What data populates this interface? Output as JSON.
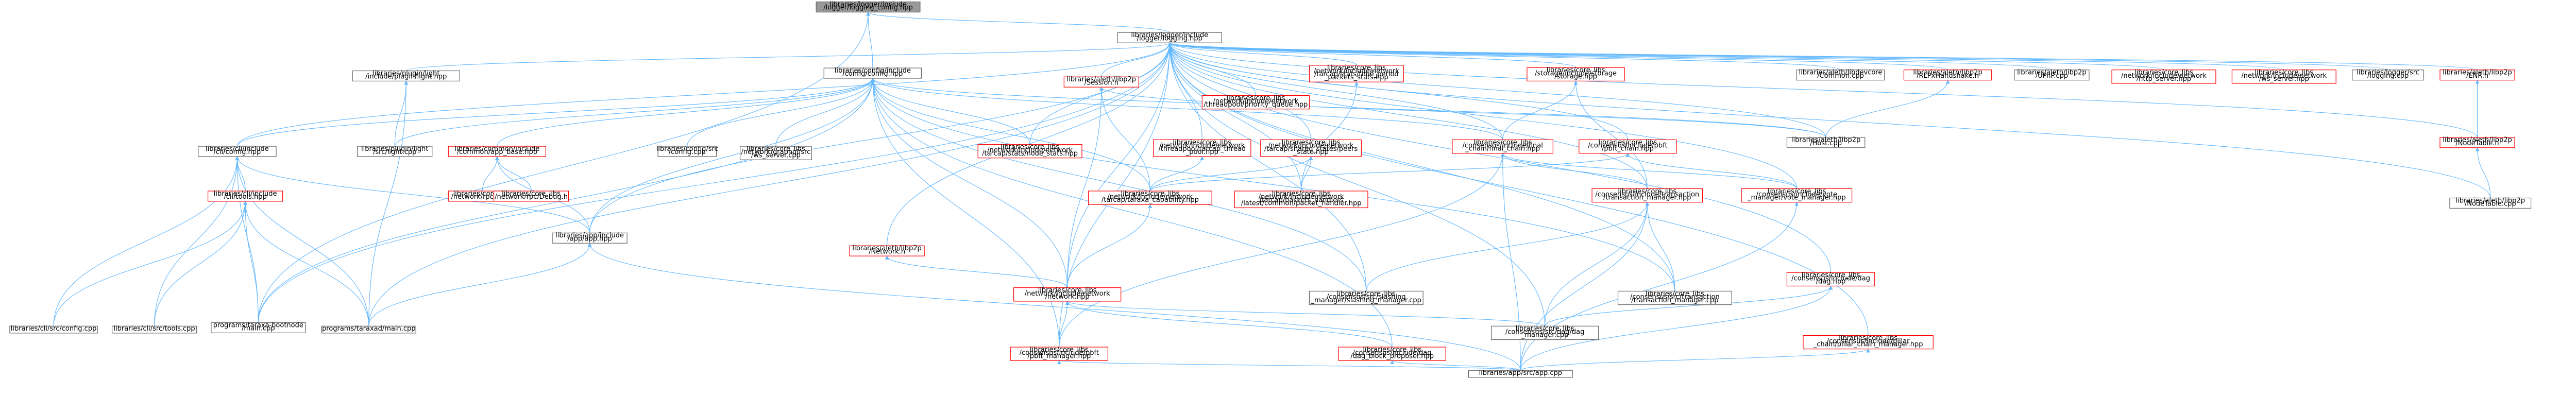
{
  "colors": {
    "root_fill": "#999999",
    "node_fill": "#ffffff",
    "node_border_black": "#666666",
    "node_border_red": "#ff0000",
    "edge": "#63b8ff"
  },
  "nodes": [
    {
      "id": "root",
      "lines": [
        "libraries/logger/include",
        "/logger/logging_config.hpp"
      ],
      "border": "root"
    },
    {
      "id": "logging",
      "lines": [
        "libraries/logger/include",
        "/logger/logging.hpp"
      ],
      "border": "black"
    },
    {
      "id": "config",
      "lines": [
        "libraries/config/include",
        "/config/config.hpp"
      ],
      "border": "black"
    },
    {
      "id": "plugin_light",
      "lines": [
        "libraries/plugin/light",
        "/include/plugin/light.hpp"
      ],
      "border": "black"
    },
    {
      "id": "cli_config",
      "lines": [
        "libraries/cli/include",
        "/cli/config.hpp"
      ],
      "border": "black"
    },
    {
      "id": "common_app_base",
      "lines": [
        "libraries/common/include",
        "/common/app_base.hpp"
      ],
      "border": "red"
    },
    {
      "id": "cfg_src_config",
      "lines": [
        "libraries/config/src",
        "/config.cpp"
      ],
      "border": "black"
    },
    {
      "id": "graphql_ws",
      "lines": [
        "libraries/core_libs",
        "/network/graphql/src",
        "/ws_server.cpp"
      ],
      "border": "black"
    },
    {
      "id": "plugin_light_cpp",
      "lines": [
        "libraries/plugin/light",
        "/src/light.cpp"
      ],
      "border": "black"
    },
    {
      "id": "net_rpc_net",
      "lines": [
        "libraries/core_libs",
        "/network/rpc/Net.h"
      ],
      "border": "red"
    },
    {
      "id": "net_rpc_debug",
      "lines": [
        "libraries/core_libs",
        "/network/rpc/Debug.h"
      ],
      "border": "red"
    },
    {
      "id": "app_hpp",
      "lines": [
        "libraries/app/include",
        "/app/app.hpp"
      ],
      "border": "black"
    },
    {
      "id": "cli_tools",
      "lines": [
        "libraries/cli/include",
        "/cli/tools.hpp"
      ],
      "border": "red"
    },
    {
      "id": "cli_src_config",
      "lines": [
        "libraries/cli/src/config.cpp"
      ],
      "border": "black"
    },
    {
      "id": "cli_src_tools",
      "lines": [
        "libraries/cli/src/tools.cpp"
      ],
      "border": "black"
    },
    {
      "id": "bootnode",
      "lines": [
        "programs/taraxa-bootnode",
        "/main.cpp"
      ],
      "border": "black"
    },
    {
      "id": "taraxad_main",
      "lines": [
        "programs/taraxad/main.cpp"
      ],
      "border": "black"
    },
    {
      "id": "aleth_session",
      "lines": [
        "libraries/aleth/libp2p",
        "/Session.h"
      ],
      "border": "red"
    },
    {
      "id": "aleth_network",
      "lines": [
        "libraries/aleth/libp2p",
        "/Network.h"
      ],
      "border": "red"
    },
    {
      "id": "tarcap_node_stats",
      "lines": [
        "libraries/core_libs",
        "/network/include/network",
        "/tarcap/stats/node_stats.hpp"
      ],
      "border": "red"
    },
    {
      "id": "prio_queue",
      "lines": [
        "libraries/core_libs",
        "/network/include/network",
        "/threadpool/priority_queue.hpp"
      ],
      "border": "red"
    },
    {
      "id": "time_period_stats",
      "lines": [
        "libraries/core_libs",
        "/network/include/network",
        "/tarcap/stats/time_period",
        "_packets_stats.hpp"
      ],
      "border": "red"
    },
    {
      "id": "tarcap_thread_pool",
      "lines": [
        "libraries/core_libs",
        "/network/include/network",
        "/threadpool/tarcap_thread",
        "_pool.hpp"
      ],
      "border": "red"
    },
    {
      "id": "shared_states_peers",
      "lines": [
        "libraries/core_libs",
        "/network/include/network",
        "/tarcap/shared_states/peers",
        "_state.hpp"
      ],
      "border": "red"
    },
    {
      "id": "taraxa_capability",
      "lines": [
        "libraries/core_libs",
        "/network/include/network",
        "/tarcap/taraxa_capability.hpp"
      ],
      "border": "red"
    },
    {
      "id": "packet_handler",
      "lines": [
        "libraries/core_libs",
        "/network/include/network",
        "/tarcap/packets_handlers",
        "/latest/common/packet_handler.hpp"
      ],
      "border": "red"
    },
    {
      "id": "network_hpp",
      "lines": [
        "libraries/core_libs",
        "/network/include/network",
        "/network.hpp"
      ],
      "border": "red"
    },
    {
      "id": "pbft_manager",
      "lines": [
        "libraries/core_libs",
        "/consensus/include/pbft",
        "/pbft_manager.hpp"
      ],
      "border": "red"
    },
    {
      "id": "storage",
      "lines": [
        "libraries/core_libs",
        "/storage/include/storage",
        "/storage.hpp"
      ],
      "border": "red"
    },
    {
      "id": "final_chain",
      "lines": [
        "libraries/core_libs",
        "/consensus/include/final",
        "_chain/final_chain.hpp"
      ],
      "border": "red"
    },
    {
      "id": "pbft_chain",
      "lines": [
        "libraries/core_libs",
        "/consensus/include/pbft",
        "/pbft_chain.hpp"
      ],
      "border": "red"
    },
    {
      "id": "transaction_manager",
      "lines": [
        "libraries/core_libs",
        "/consensus/include/transaction",
        "/transaction_manager.hpp"
      ],
      "border": "red"
    },
    {
      "id": "vote_manager",
      "lines": [
        "libraries/core_libs",
        "/consensus/include/vote",
        "_manager/vote_manager.hpp"
      ],
      "border": "red"
    },
    {
      "id": "caching_manager",
      "lines": [
        "libraries/core_libs",
        "/consensus/src/slashing",
        "_manager/slashing_manager.cpp"
      ],
      "border": "black"
    },
    {
      "id": "tx_manager_cpp",
      "lines": [
        "libraries/core_libs",
        "/consensus/src/transaction",
        "/transaction_manager.cpp"
      ],
      "border": "black"
    },
    {
      "id": "dag_hpp",
      "lines": [
        "libraries/core_libs",
        "/consensus/include/dag",
        "/dag.hpp"
      ],
      "border": "red"
    },
    {
      "id": "dag_manager_cpp",
      "lines": [
        "libraries/core_libs",
        "/consensus/src/dag/dag",
        "_manager.cpp"
      ],
      "border": "black"
    },
    {
      "id": "dag_block_proposer",
      "lines": [
        "libraries/core_libs",
        "/consensus/include/dag",
        "/dag_block_proposer.hpp"
      ],
      "border": "red"
    },
    {
      "id": "app_cpp",
      "lines": [
        "libraries/app/src/app.cpp"
      ],
      "border": "black"
    },
    {
      "id": "pillar_chain",
      "lines": [
        "libraries/core_libs",
        "/consensus/include/pillar",
        "_chain/pillar_chain_manager.hpp"
      ],
      "border": "red"
    },
    {
      "id": "host_cpp",
      "lines": [
        "libraries/aleth/libp2p",
        "/Host.cpp"
      ],
      "border": "black"
    },
    {
      "id": "aleth_common",
      "lines": [
        "libraries/aleth/libdevcore",
        "/Common.cpp"
      ],
      "border": "black"
    },
    {
      "id": "rlpx_handshake",
      "lines": [
        "libraries/aleth/libp2p",
        "/RLPxHandshake.h"
      ],
      "border": "red"
    },
    {
      "id": "upnp",
      "lines": [
        "libraries/aleth/libp2p",
        "/UPnP.cpp"
      ],
      "border": "black"
    },
    {
      "id": "http_server",
      "lines": [
        "libraries/core_libs",
        "/network/include/network",
        "/http_server.hpp"
      ],
      "border": "red"
    },
    {
      "id": "ws_server",
      "lines": [
        "libraries/core_libs",
        "/network/include/network",
        "/ws_server.hpp"
      ],
      "border": "red"
    },
    {
      "id": "logger_logging_cpp",
      "lines": [
        "libraries/logger/src",
        "/logging.cpp"
      ],
      "border": "black"
    },
    {
      "id": "enr",
      "lines": [
        "libraries/aleth/libp2p",
        "/ENR.h"
      ],
      "border": "red"
    },
    {
      "id": "node_table_h",
      "lines": [
        "libraries/aleth/libp2p",
        "/NodeTable.h"
      ],
      "border": "red"
    },
    {
      "id": "node_table_cpp",
      "lines": [
        "libraries/aleth/libp2p",
        "/NodeTable.cpp"
      ],
      "border": "black"
    }
  ],
  "edges": [
    [
      "root",
      "logging"
    ],
    [
      "root",
      "config"
    ],
    [
      "root",
      "bootnode"
    ],
    [
      "logging",
      "plugin_light"
    ],
    [
      "logging",
      "cli_config"
    ],
    [
      "logging",
      "app_hpp"
    ],
    [
      "logging",
      "aleth_network"
    ],
    [
      "logging",
      "tarcap_node_stats"
    ],
    [
      "logging",
      "prio_queue"
    ],
    [
      "logging",
      "time_period_stats"
    ],
    [
      "logging",
      "aleth_session"
    ],
    [
      "logging",
      "storage"
    ],
    [
      "logging",
      "final_chain"
    ],
    [
      "logging",
      "pbft_chain"
    ],
    [
      "logging",
      "transaction_manager"
    ],
    [
      "logging",
      "vote_manager"
    ],
    [
      "logging",
      "dag_hpp"
    ],
    [
      "logging",
      "pillar_chain"
    ],
    [
      "logging",
      "host_cpp"
    ],
    [
      "logging",
      "aleth_common"
    ],
    [
      "logging",
      "rlpx_handshake"
    ],
    [
      "logging",
      "upnp"
    ],
    [
      "logging",
      "http_server"
    ],
    [
      "logging",
      "ws_server"
    ],
    [
      "logging",
      "logger_logging_cpp"
    ],
    [
      "logging",
      "enr"
    ],
    [
      "logging",
      "node_table_h"
    ],
    [
      "logging",
      "node_table_cpp"
    ],
    [
      "logging",
      "pbft_manager"
    ],
    [
      "logging",
      "network_hpp"
    ],
    [
      "logging",
      "caching_manager"
    ],
    [
      "logging",
      "dag_manager_cpp"
    ],
    [
      "logging",
      "tx_manager_cpp"
    ],
    [
      "logging",
      "tarcap_thread_pool"
    ],
    [
      "logging",
      "shared_states_peers"
    ],
    [
      "logging",
      "packet_handler"
    ],
    [
      "logging",
      "bootnode"
    ],
    [
      "logging",
      "taraxad_main"
    ],
    [
      "config",
      "cli_config"
    ],
    [
      "config",
      "common_app_base"
    ],
    [
      "config",
      "cfg_src_config"
    ],
    [
      "config",
      "graphql_ws"
    ],
    [
      "config",
      "plugin_light_cpp"
    ],
    [
      "config",
      "app_hpp"
    ],
    [
      "config",
      "tarcap_node_stats"
    ],
    [
      "config",
      "final_chain"
    ],
    [
      "config",
      "network_hpp"
    ],
    [
      "config",
      "pbft_manager"
    ],
    [
      "config",
      "dag_block_proposer"
    ],
    [
      "config",
      "caching_manager"
    ],
    [
      "config",
      "tx_manager_cpp"
    ],
    [
      "config",
      "taraxa_capability"
    ],
    [
      "config",
      "host_cpp"
    ],
    [
      "config",
      "bootnode"
    ],
    [
      "plugin_light",
      "plugin_light_cpp"
    ],
    [
      "plugin_light",
      "taraxad_main"
    ],
    [
      "cli_config",
      "cli_tools"
    ],
    [
      "cli_config",
      "cli_src_config"
    ],
    [
      "cli_config",
      "cli_src_tools"
    ],
    [
      "cli_config",
      "bootnode"
    ],
    [
      "cli_config",
      "taraxad_main"
    ],
    [
      "cli_config",
      "app_hpp"
    ],
    [
      "cli_tools",
      "cli_src_config"
    ],
    [
      "cli_tools",
      "cli_src_tools"
    ],
    [
      "cli_tools",
      "bootnode"
    ],
    [
      "cli_tools",
      "taraxad_main"
    ],
    [
      "common_app_base",
      "net_rpc_net"
    ],
    [
      "common_app_base",
      "net_rpc_debug"
    ],
    [
      "common_app_base",
      "app_hpp"
    ],
    [
      "app_hpp",
      "taraxad_main"
    ],
    [
      "app_hpp",
      "app_cpp"
    ],
    [
      "aleth_session",
      "taraxa_capability"
    ],
    [
      "aleth_session",
      "host_cpp"
    ],
    [
      "aleth_session",
      "network_hpp"
    ],
    [
      "aleth_network",
      "network_hpp"
    ],
    [
      "tarcap_thread_pool",
      "taraxa_capability"
    ],
    [
      "shared_states_peers",
      "taraxa_capability"
    ],
    [
      "shared_states_peers",
      "packet_handler"
    ],
    [
      "time_period_stats",
      "packet_handler"
    ],
    [
      "taraxa_capability",
      "network_hpp"
    ],
    [
      "network_hpp",
      "pbft_manager"
    ],
    [
      "network_hpp",
      "dag_block_proposer"
    ],
    [
      "network_hpp",
      "dag_manager_cpp"
    ],
    [
      "pbft_manager",
      "app_cpp"
    ],
    [
      "dag_block_proposer",
      "app_cpp"
    ],
    [
      "storage",
      "transaction_manager"
    ],
    [
      "storage",
      "final_chain"
    ],
    [
      "final_chain",
      "transaction_manager"
    ],
    [
      "final_chain",
      "vote_manager"
    ],
    [
      "final_chain",
      "pbft_manager"
    ],
    [
      "final_chain",
      "app_cpp"
    ],
    [
      "pbft_chain",
      "vote_manager"
    ],
    [
      "pbft_chain",
      "taraxa_capability"
    ],
    [
      "transaction_manager",
      "caching_manager"
    ],
    [
      "transaction_manager",
      "tx_manager_cpp"
    ],
    [
      "transaction_manager",
      "dag_manager_cpp"
    ],
    [
      "transaction_manager",
      "app_cpp"
    ],
    [
      "vote_manager",
      "app_cpp"
    ],
    [
      "dag_hpp",
      "dag_manager_cpp"
    ],
    [
      "dag_hpp",
      "app_cpp"
    ],
    [
      "pillar_chain",
      "app_cpp"
    ],
    [
      "rlpx_handshake",
      "host_cpp"
    ],
    [
      "enr",
      "node_table_h"
    ],
    [
      "node_table_h",
      "node_table_cpp"
    ]
  ]
}
